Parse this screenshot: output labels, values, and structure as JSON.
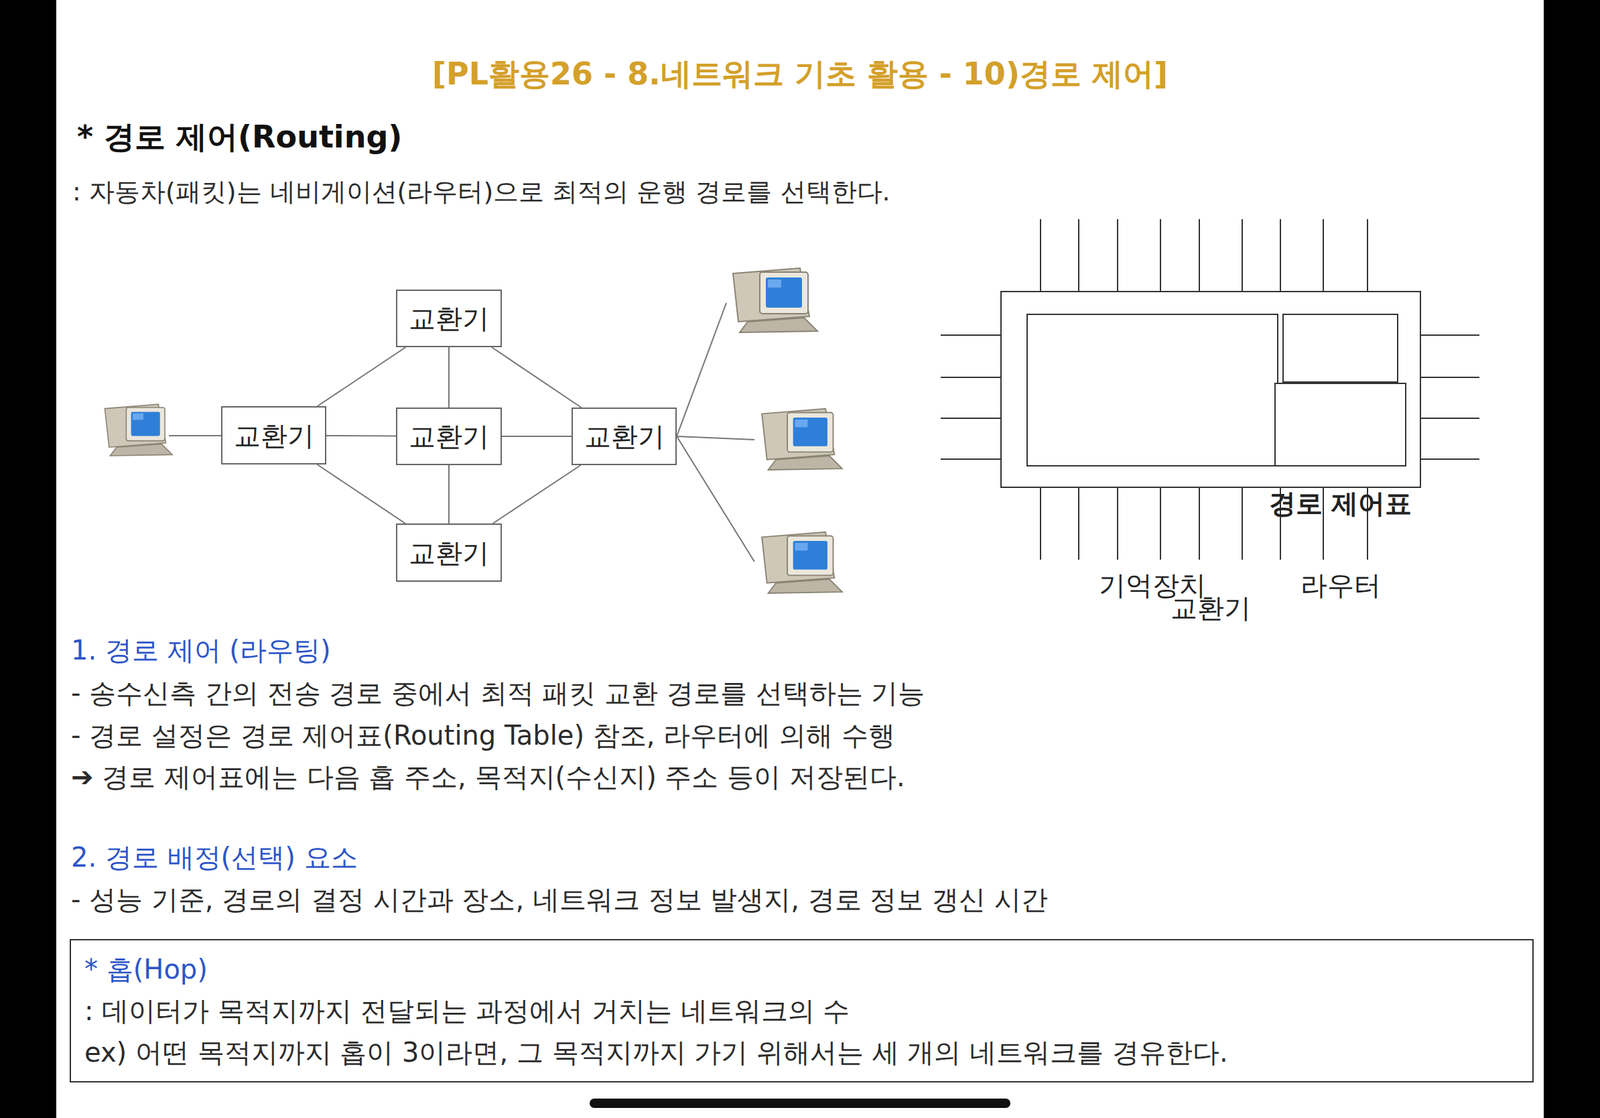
{
  "diagram": {
    "title": "[PL활용26 - 8.네트워크 기초 활용 - 10)경로 제어]",
    "nodes": [
      {
        "text": [
          "교환기"
        ]
      },
      {
        "text": [
          "교환기"
        ]
      },
      {
        "text": [
          "교환기"
        ]
      },
      {
        "text": [
          "교환기"
        ]
      },
      {
        "text": [
          "교환기"
        ]
      },
      {
        "text": [
          "교환기"
        ]
      },
      {
        "text": [
          "기억장치"
        ],
        "in": 5
      },
      {
        "text": [
          "경로 제어표"
        ],
        "in": 5
      },
      {
        "text": [
          "라우터"
        ],
        "in": 5
      },
      {
        "text": [
          "* 홉(Hop)",
          ": 데이터가 목적지까지 전달되는 과정에서 거치는 네트워크의 수",
          "ex) 어떤 목적지까지 홉이 3이라면, 그 목적지까지 가기 위해서는 세 개의 네트워크를 경유한다."
        ]
      }
    ],
    "edges": [
      {
        "from": 0,
        "to": 1,
        "arrow": "none"
      },
      {
        "from": 0,
        "to": 2,
        "arrow": "none"
      },
      {
        "from": 0,
        "to": 3,
        "arrow": "none"
      },
      {
        "from": 1,
        "to": 2,
        "arrow": "none"
      },
      {
        "from": 2,
        "to": 3,
        "arrow": "none"
      },
      {
        "from": 1,
        "to": 4,
        "arrow": "none"
      },
      {
        "from": 2,
        "to": 4,
        "arrow": "none"
      },
      {
        "from": 3,
        "to": 4,
        "arrow": "none"
      }
    ],
    "labels": [
      "* 경로 제어(Routing)",
      ": 자동차(패킷)는 네비게이션(라우터)으로 최적의 운행 경로를 선택한다.",
      "1. 경로 제어 (라우팅)",
      "- 송수신측 간의 전송 경로 중에서 최적 패킷 교환 경로를 선택하는 기능",
      "- 경로 설정은 경로 제어표(Routing Table) 참조, 라우터에 의해 수행",
      "➔ 경로 제어표에는 다음 홉 주소, 목적지(수신지) 주소 등이 저장된다.",
      "2. 경로 배정(선택) 요소",
      "- 성능 기준, 경로의 결정 시간과 장소, 네트워크 정보 발생지, 경로 정보 갱신 시간"
    ]
  }
}
